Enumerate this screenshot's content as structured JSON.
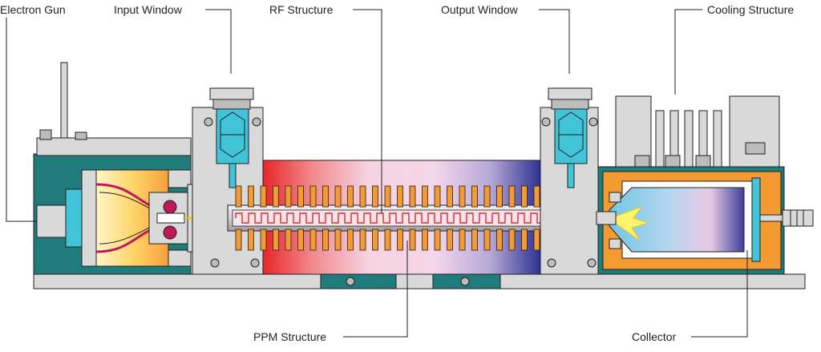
{
  "labels": {
    "electron_gun": "Electron Gun",
    "input_window": "Input Window",
    "rf_structure": "RF Structure",
    "output_window": "Output Window",
    "cooling_structure": "Cooling Structure",
    "ppm_structure": "PPM Structure",
    "collector": "Collector"
  },
  "colors": {
    "outline": "#231f20",
    "steel_gray": "#d9d9d9",
    "steel_dark": "#bcbcbc",
    "teal_housing": "#1f7b7c",
    "cyan_window": "#41c3d8",
    "copper_orange": "#f39a31",
    "rf_red": "#e8262b",
    "rf_pink": "#f5d0e3",
    "rf_blue": "#2e3192",
    "cathode_yellow": "#ffe37a",
    "beam_yellow": "#fff46b"
  }
}
